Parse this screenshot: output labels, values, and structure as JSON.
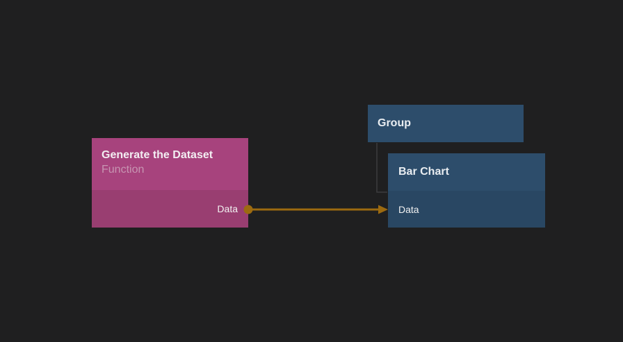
{
  "canvas": {
    "background": "#1f1f20"
  },
  "nodes": {
    "generate_dataset": {
      "title": "Generate the Dataset",
      "subtitle": "Function",
      "header_color": "#a7437d",
      "body_color": "#993e71",
      "outputs": [
        {
          "label": "Data"
        }
      ]
    },
    "group": {
      "title": "Group",
      "color": "#2d4d6b"
    },
    "bar_chart": {
      "title": "Bar Chart",
      "header_color": "#2d4d6b",
      "body_color": "#294763",
      "inputs": [
        {
          "label": "Data"
        }
      ]
    }
  },
  "edges": {
    "data_edge": {
      "source": "generate_dataset.outputs.Data",
      "target": "bar_chart.inputs.Data",
      "color": "#9c6a10"
    },
    "group_child_connector": {
      "source": "group",
      "target": "bar_chart",
      "color": "#3d3d3f"
    }
  }
}
